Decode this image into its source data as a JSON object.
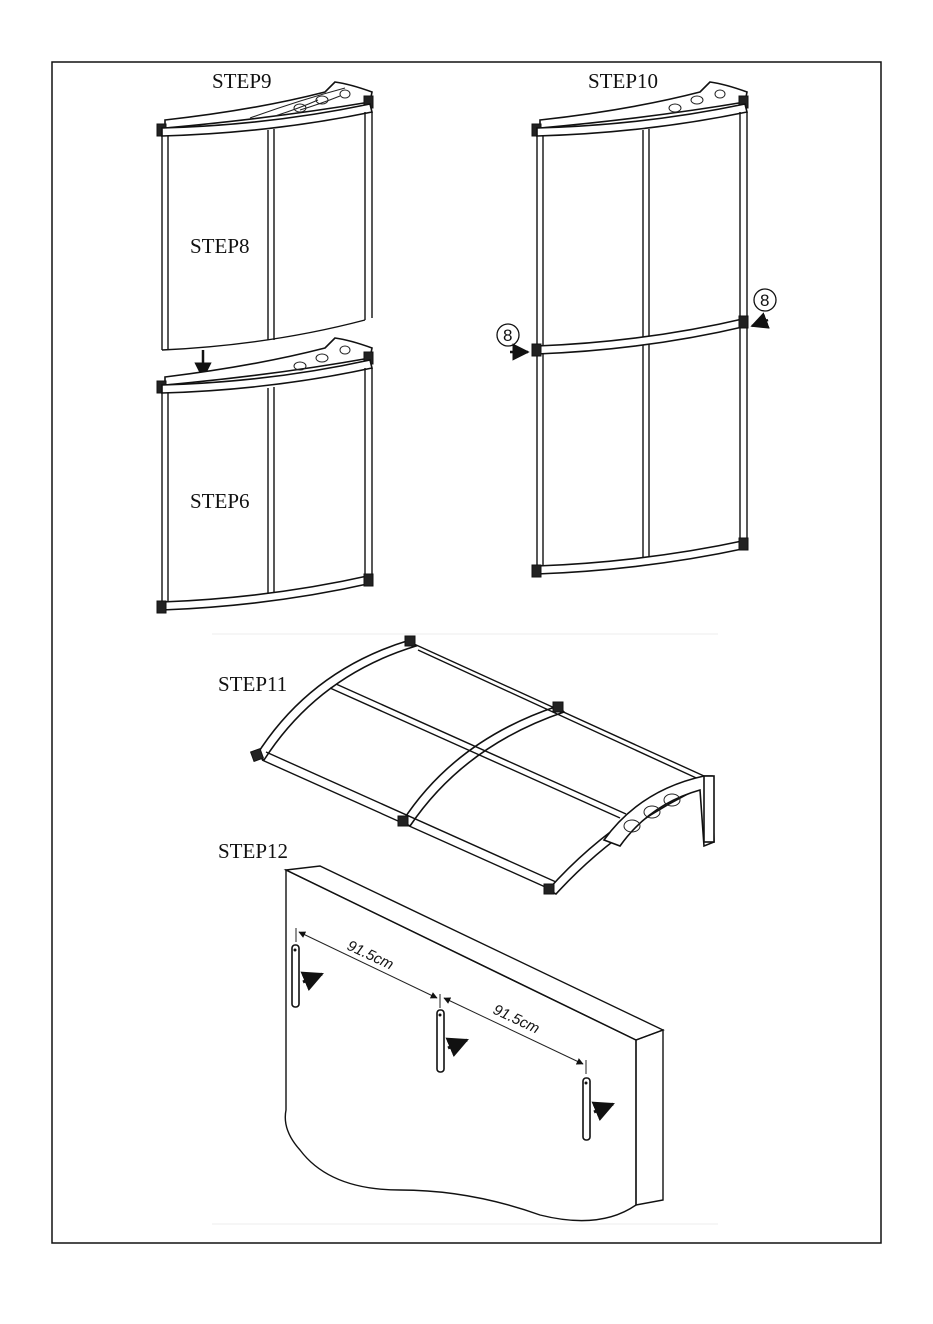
{
  "steps": {
    "step9": "STEP9",
    "step10": "STEP10",
    "step8": "STEP8",
    "step6": "STEP6",
    "step11": "STEP11",
    "step12": "STEP12"
  },
  "callouts": {
    "left": "8",
    "right": "8"
  },
  "dimensions": {
    "first": "91.5cm",
    "second": "91.5cm"
  }
}
